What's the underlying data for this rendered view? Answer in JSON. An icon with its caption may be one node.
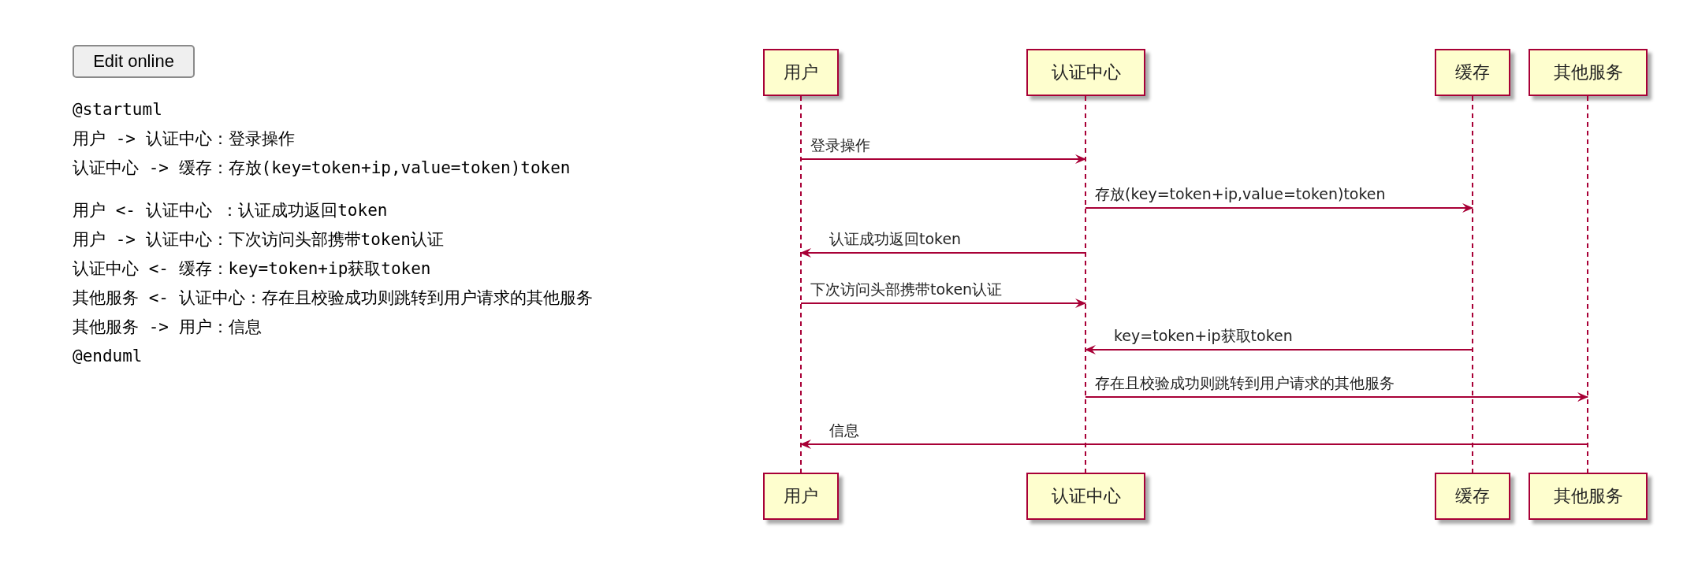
{
  "diagram": {
    "nodes": [
      {
        "text": [
          "用户"
        ]
      },
      {
        "text": [
          "认证中心"
        ]
      },
      {
        "text": [
          "缓存"
        ]
      },
      {
        "text": [
          "其他服务"
        ]
      },
      {
        "text": [],
        "shape": "line"
      },
      {
        "text": [],
        "shape": "line"
      },
      {
        "text": [],
        "shape": "line"
      },
      {
        "text": [],
        "shape": "line"
      },
      {
        "text": [
          "用户"
        ]
      },
      {
        "text": [
          "认证中心"
        ]
      },
      {
        "text": [
          "缓存"
        ]
      },
      {
        "text": [
          "其他服务"
        ]
      }
    ],
    "edges": [
      {
        "from": 4,
        "to": 5,
        "arrow": "to",
        "label": "登录操作"
      },
      {
        "from": 5,
        "to": 6,
        "arrow": "to",
        "label": "存放(key=token+ip,value=token)token"
      },
      {
        "from": 5,
        "to": 4,
        "arrow": "to",
        "label": "认证成功返回token"
      },
      {
        "from": 4,
        "to": 5,
        "arrow": "to",
        "label": "下次访问头部携带token认证"
      },
      {
        "from": 6,
        "to": 5,
        "arrow": "to",
        "label": "key=token+ip获取token"
      },
      {
        "from": 5,
        "to": 7,
        "arrow": "to",
        "label": "存在且校验成功则跳转到用户请求的其他服务"
      },
      {
        "from": 7,
        "to": 4,
        "arrow": "to",
        "label": "信息"
      }
    ],
    "labels": [
      "Edit online",
      "@startuml",
      "用户 -> 认证中心：登录操作",
      "认证中心 -> 缓存：存放(key=token+ip,value=token)token",
      "用户 <- 认证中心 ：认证成功返回token",
      "用户 -> 认证中心：下次访问头部携带token认证",
      "认证中心 <- 缓存：key=token+ip获取token",
      "其他服务 <- 认证中心：存在且校验成功则跳转到用户请求的其他服务",
      "其他服务 -> 用户：信息",
      "@enduml"
    ]
  }
}
